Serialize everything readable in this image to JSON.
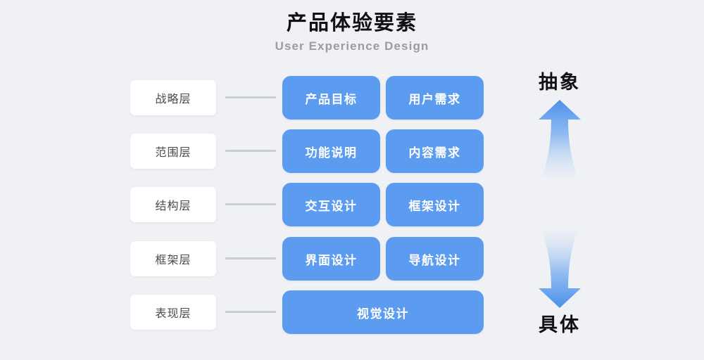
{
  "header": {
    "title": "产品体验要素",
    "subtitle": "User Experience Design"
  },
  "colors": {
    "background": "#f0f1f5",
    "card_blue": "#5b9bf0",
    "card_text": "#ffffff",
    "label_bg": "#ffffff",
    "label_text": "#4a4a50",
    "connector": "#c9ccd3",
    "title_text": "#111114",
    "subtitle_text": "#9b9ba0",
    "arrow_blue": "#4a90ea"
  },
  "rows": [
    {
      "layer": "战略层",
      "cards": [
        {
          "label": "产品目标"
        },
        {
          "label": "用户需求"
        }
      ]
    },
    {
      "layer": "范围层",
      "cards": [
        {
          "label": "功能说明"
        },
        {
          "label": "内容需求"
        }
      ]
    },
    {
      "layer": "结构层",
      "cards": [
        {
          "label": "交互设计"
        },
        {
          "label": "框架设计"
        }
      ]
    },
    {
      "layer": "框架层",
      "cards": [
        {
          "label": "界面设计"
        },
        {
          "label": "导航设计"
        }
      ]
    },
    {
      "layer": "表现层",
      "cards": [
        {
          "label": "视觉设计"
        }
      ]
    }
  ],
  "axis": {
    "top_label": "抽象",
    "bottom_label": "具体",
    "up_icon": "arrow-up-icon",
    "down_icon": "arrow-down-icon"
  }
}
